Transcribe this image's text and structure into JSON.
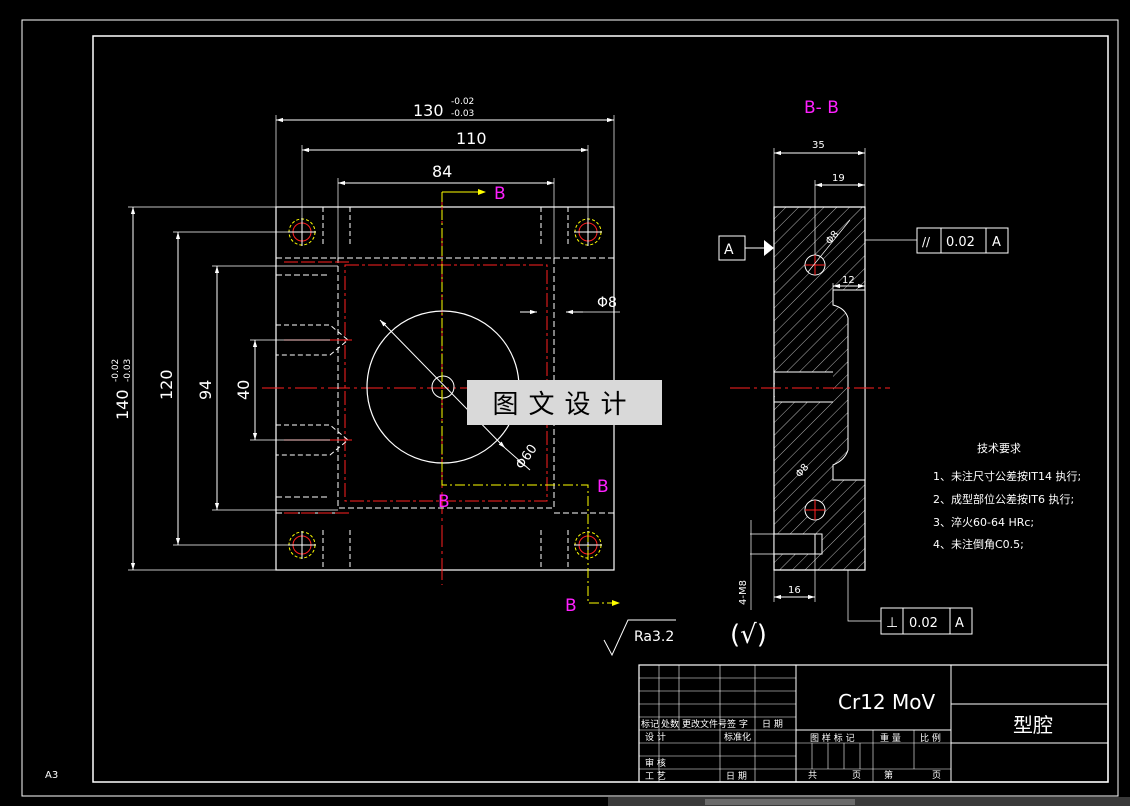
{
  "sheet": {
    "size_code": "A3",
    "watermark": "图文设计"
  },
  "plan_view": {
    "dims": {
      "overall_width": "130",
      "overall_width_tol_upper": "-0.02",
      "overall_width_tol_lower": "-0.03",
      "hole_spacing_x": "110",
      "inner_width": "84",
      "overall_height": "140",
      "overall_height_tol_upper": "-0.02",
      "overall_height_tol_lower": "-0.03",
      "hole_spacing_y": "120",
      "inner_height": "94",
      "slot_height": "40",
      "hole_dia": "Φ8",
      "bore_dia": "Φ60"
    },
    "section_marks": [
      "B",
      "B",
      "B",
      "B"
    ]
  },
  "section_view": {
    "title": "B- B",
    "dims": {
      "thickness": "35",
      "hole_offset": "19",
      "pocket_width": "12",
      "pin_offset": "16",
      "hole_dia_top": "Φ8",
      "hole_dia_bottom": "Φ8",
      "thread_spec": "4-M8"
    },
    "datum_label": "A",
    "tolerance_parallel": {
      "symbol": "//",
      "value": "0.02",
      "datum": "A"
    },
    "tolerance_perpendicular": {
      "symbol": "⊥",
      "value": "0.02",
      "datum": "A"
    }
  },
  "roughness": {
    "value": "Ra3.2",
    "remaining_symbol": "(√)"
  },
  "tech_requirements": {
    "title": "技术要求",
    "items": [
      "1、未注尺寸公差按IT14 执行;",
      "2、成型部位公差按IT6 执行;",
      "3、淬火60-64 HRc;",
      "4、未注倒角C0.5;"
    ]
  },
  "title_block": {
    "material": "Cr12 MoV",
    "part_name": "型腔",
    "revision_headers": [
      "标记",
      "处数",
      "更改文件号",
      "签 字",
      "日 期"
    ],
    "design": "设 计",
    "standardization": "标准化",
    "review": "审 核",
    "process": "工 艺",
    "date": "日 期",
    "stage_mark": "图 样 标 记",
    "weight": "重 量",
    "scale": "比 例",
    "total": "共",
    "page": "页",
    "sheet_no": "第",
    "page2": "页"
  },
  "colors": {
    "line": "#ffffff",
    "center_line": "#ff2020",
    "hidden_line": "#ffff00",
    "section_label": "#ff20ff",
    "symbol_green": "#00ff00"
  }
}
